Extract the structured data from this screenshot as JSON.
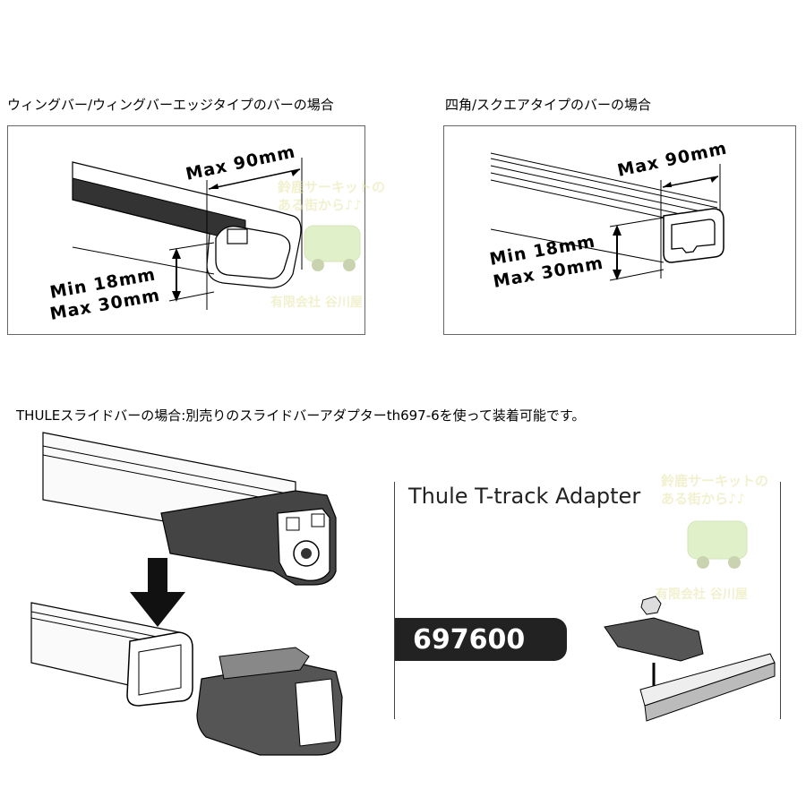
{
  "headings": {
    "wingbar": "ウィングバー/ウィングバーエッジタイプのバーの場合",
    "square": "四角/スクエアタイプのバーの場合",
    "slidebar": "THULEスライドバーの場合:別売りのスライドバーアダプターth697-6を使って装着可能です。"
  },
  "wingbar_panel": {
    "width_label": "Max 90mm",
    "height_min_label": "Min 18mm",
    "height_max_label": "Max 30mm"
  },
  "square_panel": {
    "width_label": "Max 90mm",
    "height_min_label": "Min 18mm",
    "height_max_label": "Max 30mm"
  },
  "adapter": {
    "title": "Thule T-track Adapter",
    "product_code": "697600"
  },
  "watermark": {
    "line1": "鈴鹿サーキットの",
    "line2": "ある街から♪♪",
    "company": "有限会社 谷川屋"
  }
}
